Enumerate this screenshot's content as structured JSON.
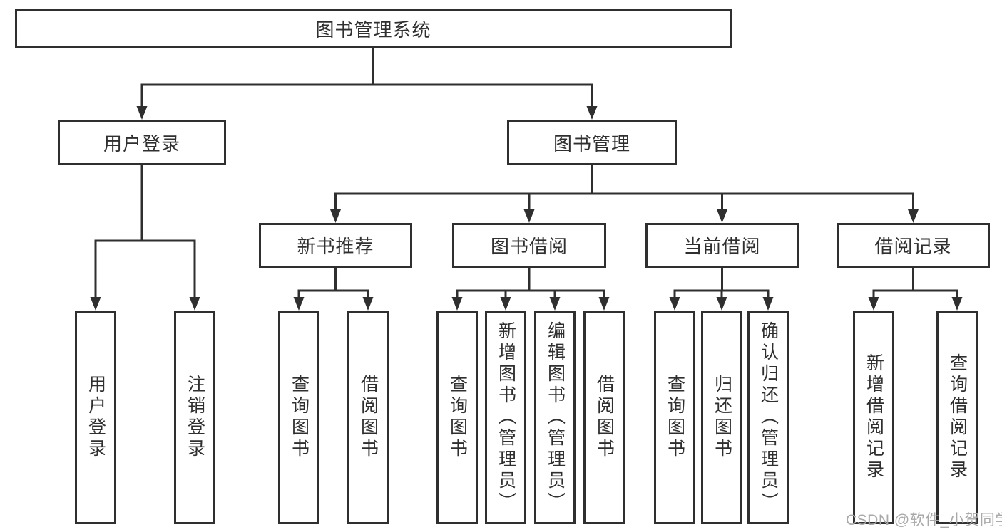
{
  "diagram": {
    "root": {
      "label": "图书管理系统"
    },
    "level2": {
      "user_login": {
        "label": "用户登录"
      },
      "book_management": {
        "label": "图书管理"
      }
    },
    "level3": {
      "new_book_recommend": {
        "label": "新书推荐"
      },
      "book_borrow": {
        "label": "图书借阅"
      },
      "current_borrow": {
        "label": "当前借阅"
      },
      "borrow_records": {
        "label": "借阅记录"
      }
    },
    "level4": {
      "user_login": [
        "用户登录",
        "注销登录"
      ],
      "new_book_recommend": [
        "查询图书",
        "借阅图书"
      ],
      "book_borrow": [
        "查询图书",
        "新增图书（管理员）",
        "编辑图书（管理员）",
        "借阅图书"
      ],
      "current_borrow": [
        "查询图书",
        "归还图书",
        "确认归还（管理员）"
      ],
      "borrow_records": [
        "新增借阅记录",
        "查询借阅记录"
      ]
    }
  },
  "watermark": "CSDN @软件_小贺同学",
  "colors": {
    "line": "#2f2f2f",
    "text": "#2f2f2f",
    "box_fill": "#ffffff",
    "watermark": "#a9a9a9",
    "background": "#ffffff"
  }
}
